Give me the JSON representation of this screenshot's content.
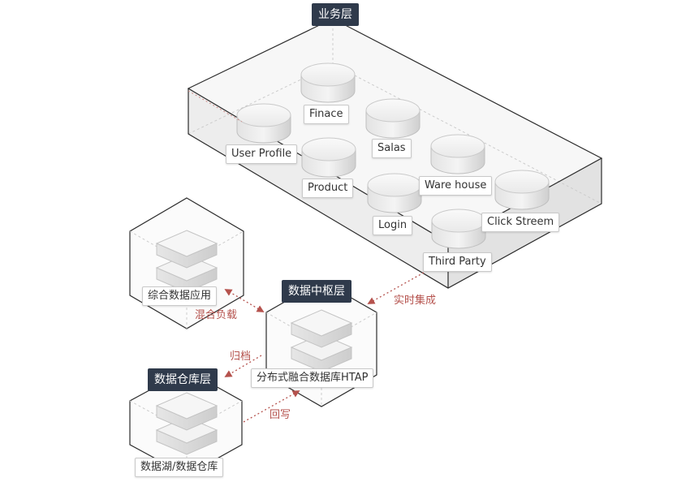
{
  "business_layer": {
    "title": "业务层",
    "sources": [
      "Finace",
      "User Profile",
      "Salas",
      "Product",
      "Ware house",
      "Login",
      "Click Streem",
      "Third Party"
    ]
  },
  "hub_layer": {
    "title": "数据中枢层",
    "node_label": "分布式融合数据库HTAP"
  },
  "app_layer": {
    "node_label": "综合数据应用"
  },
  "warehouse_layer": {
    "title": "数据仓库层",
    "node_label": "数据湖/数据仓库"
  },
  "flows": {
    "realtime": "实时集成",
    "mixed_load": "混合负载",
    "archive": "归档",
    "writeback": "回写"
  },
  "colors": {
    "header_bg": "#2f3a4b",
    "arrow": "#b5524d",
    "outline": "#2b2b2b",
    "dashed": "#cccccc"
  }
}
